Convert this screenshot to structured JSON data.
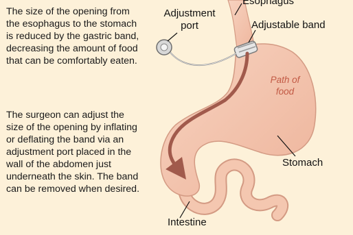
{
  "description": {
    "paragraph_1": "The size of the opening from the esophagus to the stomach is reduced by the gastric band, decreasing the amount of food that can be comfortably eaten.",
    "paragraph_2": "The surgeon can adjust the size of the opening by inflating or deflating the band via an adjustment port placed in the wall of the abdomen just underneath the skin. The band can be removed when desired."
  },
  "labels": {
    "adjustment_port": "Adjustment port",
    "esophagus": "Esophagus",
    "adjustable_band": "Adjustable band",
    "path_of_food": "Path of food",
    "stomach": "Stomach",
    "intestine": "Intestine"
  },
  "colors": {
    "background": "#fdf1d9",
    "tissue": "#f4c7b0",
    "tissue_outline": "#d39a83",
    "food_path_arrow": "#a15a4c",
    "path_label": "#c25a45"
  }
}
